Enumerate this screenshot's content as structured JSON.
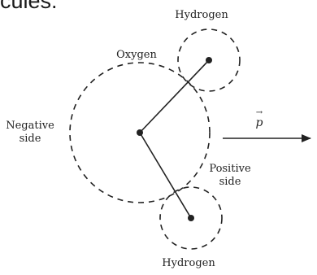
{
  "heading_fragment": "cules.",
  "labels": {
    "hydrogen_top": "Hydrogen",
    "oxygen": "Oxygen",
    "negative_side": "Negative side",
    "positive_side": "Positive side",
    "dipole_vector": "p",
    "hydrogen_bottom": "Hydrogen"
  },
  "colors": {
    "ink": "#222222"
  },
  "icons": {
    "vector_arrow": "right-arrow-icon"
  }
}
